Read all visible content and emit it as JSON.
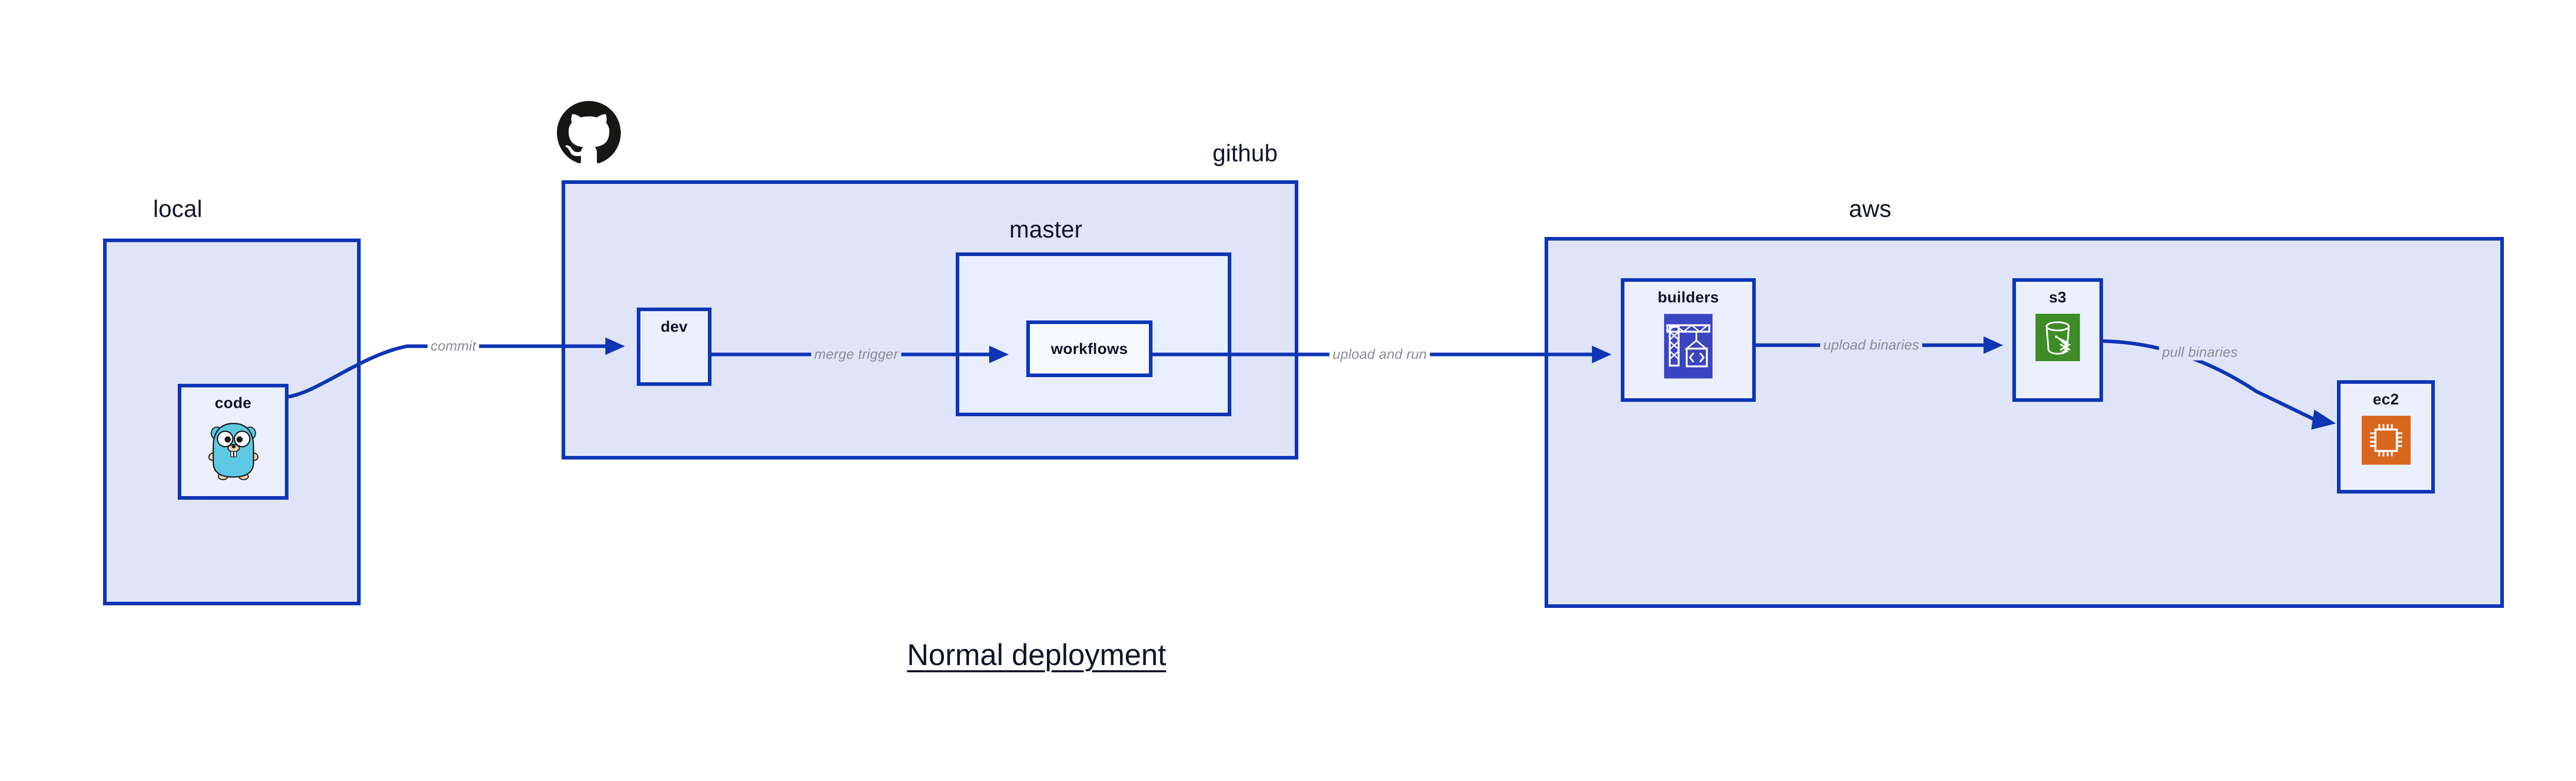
{
  "diagram": {
    "title": "Normal deployment",
    "accent_color": "#0f35b5",
    "group_fill": "#dfe4f9",
    "node_fill": "#ebf0fc",
    "label_color": "#8b8b93",
    "text_color": "#12142b"
  },
  "groups": [
    {
      "id": "local",
      "label": "local",
      "label_align": "center"
    },
    {
      "id": "github",
      "label": "github",
      "label_align": "right"
    },
    {
      "id": "master",
      "label": "master",
      "label_align": "center"
    },
    {
      "id": "aws",
      "label": "aws",
      "label_align": "center"
    }
  ],
  "nodes": [
    {
      "id": "code",
      "label": "code",
      "icon": "go-gopher-icon",
      "icon_color": "#5dc9e2"
    },
    {
      "id": "dev",
      "label": "dev",
      "icon": "none",
      "icon_color": ""
    },
    {
      "id": "workflows",
      "label": "workflows",
      "icon": "none",
      "icon_color": ""
    },
    {
      "id": "builders",
      "label": "builders",
      "icon": "aws-codebuild-icon",
      "icon_color": "#3b45c4"
    },
    {
      "id": "s3",
      "label": "s3",
      "icon": "aws-s3-glacier-icon",
      "icon_color": "#3d8c28"
    },
    {
      "id": "ec2",
      "label": "ec2",
      "icon": "aws-ec2-icon",
      "icon_color": "#d9661d"
    }
  ],
  "edges": [
    {
      "id": "commit",
      "label": "commit",
      "from": "code",
      "to": "dev"
    },
    {
      "id": "merge-trigger",
      "label": "merge trigger",
      "from": "dev",
      "to": "workflows"
    },
    {
      "id": "upload-and-run",
      "label": "upload and run",
      "from": "workflows",
      "to": "builders"
    },
    {
      "id": "upload-binaries",
      "label": "upload binaries",
      "from": "builders",
      "to": "s3"
    },
    {
      "id": "pull-binaries",
      "label": "pull binaries",
      "from": "s3",
      "to": "ec2"
    }
  ],
  "logos": [
    {
      "id": "github-octocat",
      "name": "github-logo-icon",
      "color": "#161614"
    }
  ]
}
